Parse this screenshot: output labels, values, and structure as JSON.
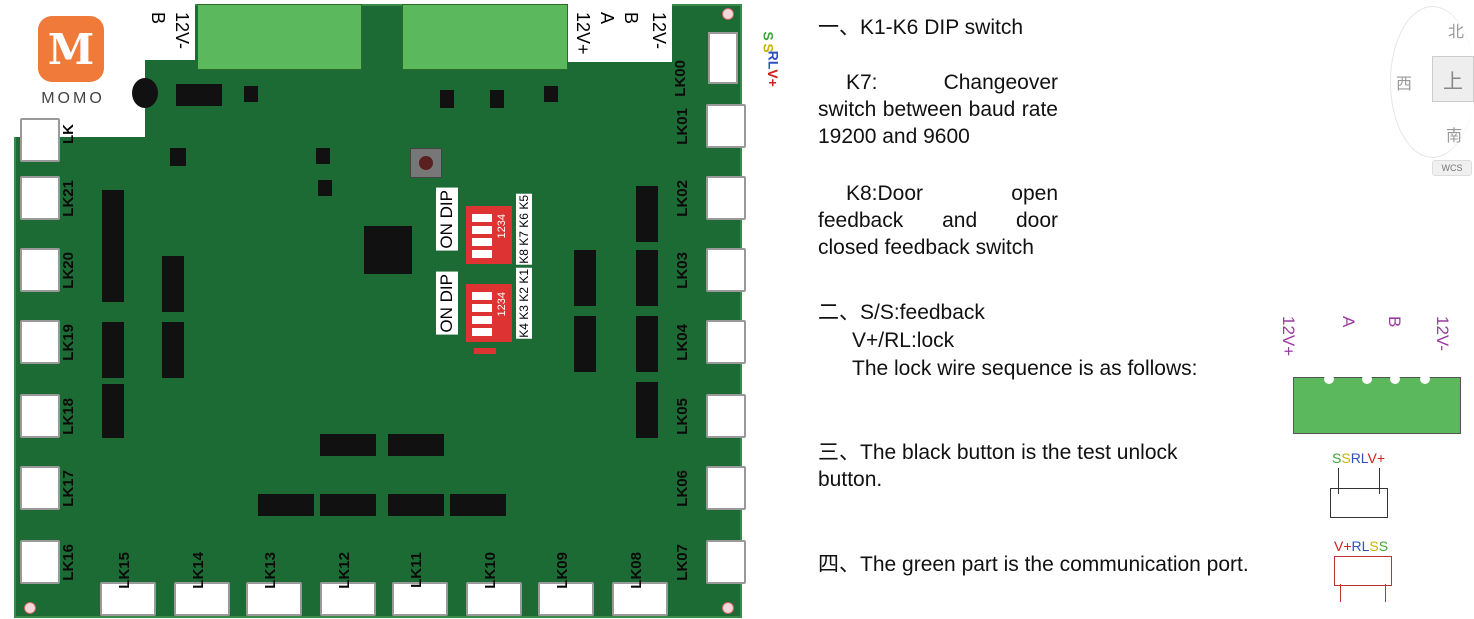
{
  "logo": {
    "brand": "MOMO",
    "mark": "M"
  },
  "board": {
    "top_terminals": {
      "left": [
        "B",
        "12V-"
      ],
      "right": [
        "12V-",
        "B",
        "A",
        "12V+"
      ]
    },
    "power_wire": [
      "S",
      "S",
      "RL",
      "V+"
    ],
    "dip": {
      "on": "ON",
      "dip": "DIP",
      "numbers": "1234",
      "upper_keys": "K8 K7 K6 K5",
      "lower_keys": "K4 K3 K2 K1"
    },
    "right_ports": [
      "LK00",
      "LK01",
      "LK02",
      "LK03",
      "LK04",
      "LK05",
      "LK06",
      "LK07"
    ],
    "left_ports": [
      "LK21",
      "LK20",
      "LK19",
      "LK18",
      "LK17",
      "LK16"
    ],
    "bottom_ports": [
      "LK15",
      "LK14",
      "LK13",
      "LK12",
      "LK11",
      "LK10",
      "LK09",
      "LK08"
    ],
    "cut_top_left_port": "LK"
  },
  "notes": {
    "n1_title": "一、K1-K6 DIP switch",
    "n1_k7": "K7: Changeover switch between baud rate 19200 and 9600",
    "n1_k8": "K8:Door open feedback and door closed feedback switch",
    "n2_title": "二、S/S:feedback",
    "n2_line2": "V+/RL:lock",
    "n2_line3": "The lock wire sequence is as follows:",
    "n3": "三、The black button is the test unlock button.",
    "n4": "四、The green part is the communication port."
  },
  "terminal_diagram": {
    "labels": [
      "12V+",
      "A",
      "B",
      "12V-"
    ],
    "top_connector": [
      "S",
      "S",
      "RL",
      "V+"
    ],
    "bottom_connector": [
      "V+",
      "RL",
      "S",
      "S"
    ]
  },
  "compass": {
    "north": "北",
    "west": "西",
    "up": "上",
    "south": "南",
    "wcs": "WCS"
  },
  "colors": {
    "pcb": "#1d6b34",
    "terminal_green": "#5cb85c",
    "dip_red": "#d33333",
    "s_green": "#3aa83a",
    "s_yellow": "#c8b400",
    "rl_blue": "#3050c0",
    "v_red": "#d02020",
    "purple_label": "#9b3aa0"
  }
}
